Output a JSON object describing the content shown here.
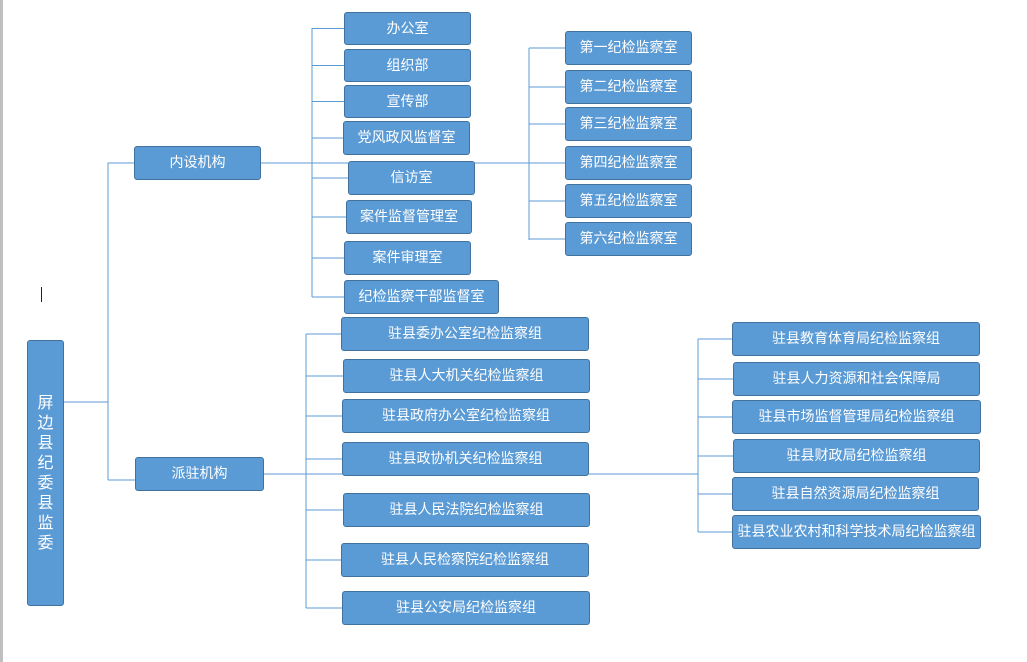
{
  "root": "屏边县纪委县监委",
  "branch_internal": {
    "label": "内设机构",
    "col1": [
      "办公室",
      "组织部",
      "宣传部",
      "党风政风监督室",
      "信访室",
      "案件监督管理室",
      "案件审理室",
      "纪检监察干部监督室"
    ],
    "col2": [
      "第一纪检监察室",
      "第二纪检监察室",
      "第三纪检监察室",
      "第四纪检监察室",
      "第五纪检监察室",
      "第六纪检监察室"
    ]
  },
  "branch_dispatched": {
    "label": "派驻机构",
    "col1": [
      "驻县委办公室纪检监察组",
      "驻县人大机关纪检监察组",
      "驻县政府办公室纪检监察组",
      "驻县政协机关纪检监察组",
      "驻县人民法院纪检监察组",
      "驻县人民检察院纪检监察组",
      "驻县公安局纪检监察组"
    ],
    "col2": [
      "驻县教育体育局纪检监察组",
      "驻县人力资源和社会保障局",
      "驻县市场监督管理局纪检监察组",
      "驻县财政局纪检监察组",
      "驻县自然资源局纪检监察组",
      "驻县农业农村和科学技术局纪检监察组"
    ]
  },
  "colors": {
    "node_fill": "#5b9bd5",
    "node_border": "#41719c",
    "connector": "#5b9bd5"
  }
}
